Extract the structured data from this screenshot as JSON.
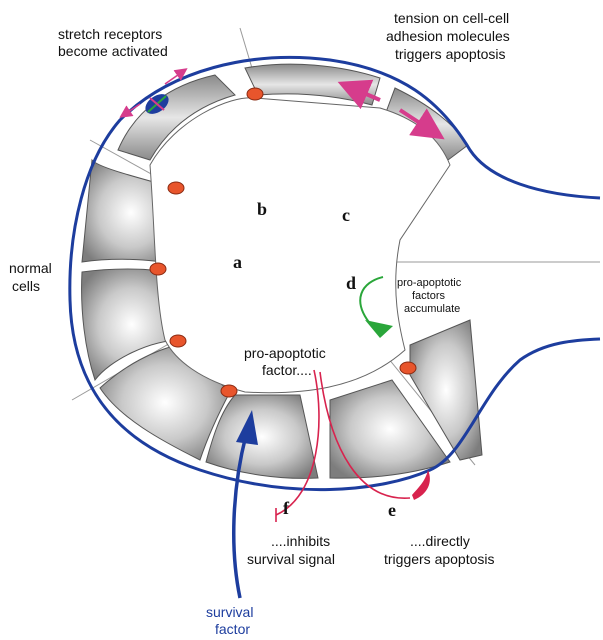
{
  "labels": {
    "stretch": [
      "stretch receptors",
      "become activated"
    ],
    "tension": [
      "tension on cell-cell",
      "adhesion molecules",
      "triggers apoptosis"
    ],
    "normal": [
      "normal",
      "cells"
    ],
    "pro_accumulate": [
      "pro-apoptotic",
      "factors",
      "accumulate"
    ],
    "pro_factor": [
      "pro-apoptotic",
      "factor...."
    ],
    "inhibits": [
      "....inhibits",
      "survival signal"
    ],
    "directly": [
      "....directly",
      "triggers apoptosis"
    ],
    "survival": [
      "survival",
      "factor"
    ]
  },
  "segments": {
    "a": "a",
    "b": "b",
    "c": "c",
    "d": "d",
    "e": "e",
    "f": "f"
  },
  "colors": {
    "membrane": "#1d3d9e",
    "pink_arrow": "#d63c8c",
    "green_arrow": "#2aa63a",
    "red_path": "#d8234e",
    "nucleus": "#e8552c",
    "divider": "#9a9a9a"
  }
}
